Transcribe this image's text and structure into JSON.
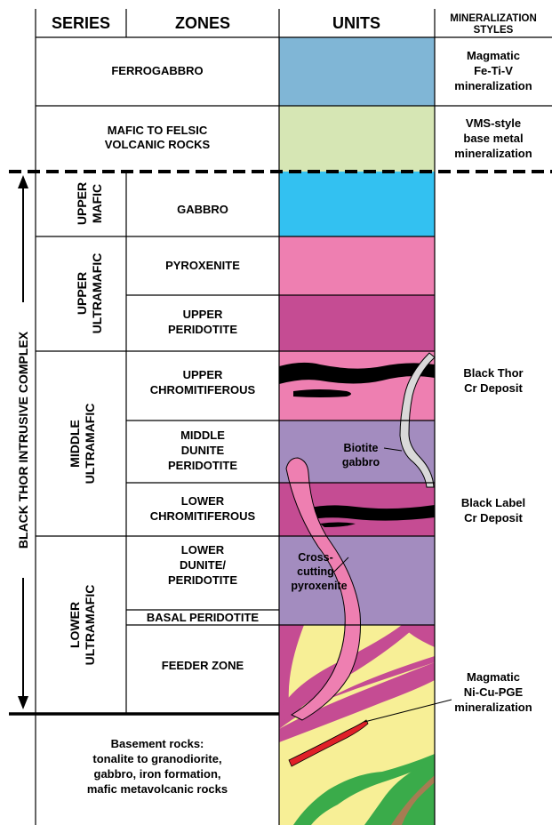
{
  "headers": {
    "series": "SERIES",
    "zones": "ZONES",
    "units": "UNITS",
    "mineralization": [
      "MINERALIZATION",
      "STYLES"
    ]
  },
  "complex_label": "BLACK THOR INTRUSIVE COMPLEX",
  "top_units": [
    {
      "zone": [
        "FERROGABBRO"
      ],
      "mineralization": [
        "Magmatic",
        "Fe-Ti-V",
        "mineralization"
      ],
      "color": "#80b6d6"
    },
    {
      "zone": [
        "MAFIC TO FELSIC",
        "VOLCANIC ROCKS"
      ],
      "mineralization": [
        "VMS-style",
        "base metal",
        "mineralization"
      ],
      "color": "#d6e6b4"
    }
  ],
  "series": [
    {
      "name": [
        "UPPER",
        "MAFIC"
      ]
    },
    {
      "name": [
        "UPPER",
        "ULTRAMAFIC"
      ]
    },
    {
      "name": [
        "MIDDLE",
        "ULTRAMAFIC"
      ]
    },
    {
      "name": [
        "LOWER",
        "ULTRAMAFIC"
      ]
    }
  ],
  "zones": [
    {
      "label": [
        "GABBRO"
      ],
      "color": "#33c1f1"
    },
    {
      "label": [
        "PYROXENITE"
      ],
      "color": "#ee7fb1"
    },
    {
      "label": [
        "UPPER",
        "PERIDOTITE"
      ],
      "color": "#c54c93"
    },
    {
      "label": [
        "UPPER",
        "CHROMITIFEROUS"
      ],
      "color": "#ee7fb1",
      "mineralization": [
        "Black Thor",
        "Cr Deposit"
      ]
    },
    {
      "label": [
        "MIDDLE",
        "DUNITE",
        "PERIDOTITE"
      ],
      "color": "#a38cbf"
    },
    {
      "label": [
        "LOWER",
        "CHROMITIFEROUS"
      ],
      "color": "#c54c93",
      "mineralization": [
        "Black Label",
        "Cr Deposit"
      ]
    },
    {
      "label": [
        "LOWER",
        "DUNITE/",
        "PERIDOTITE"
      ],
      "color": "#a38cbf"
    },
    {
      "label": [
        "BASAL PERIDOTITE"
      ],
      "color": "#a38cbf"
    },
    {
      "label": [
        "FEEDER ZONE"
      ],
      "color": "#f7ef96"
    }
  ],
  "annotations": {
    "biotite_gabbro": [
      "Biotite",
      "gabbro"
    ],
    "crosscutting_pyroxenite": [
      "Cross-",
      "cutting",
      "pyroxenite"
    ],
    "nicupge": [
      "Magmatic",
      "Ni-Cu-PGE",
      "mineralization"
    ]
  },
  "basement": [
    "Basement rocks:",
    "tonalite to granodiorite,",
    "gabbro, iron formation,",
    "mafic metavolcanic rocks"
  ],
  "colors": {
    "chromitite": "#000000",
    "biotite_gabbro": "#d9d9d9",
    "sulfide": "#e02028",
    "basement_green": "#3aab4a",
    "basement_brown": "#a67c52",
    "feeder_yellow": "#f7ef96",
    "dunite_purple": "#a38cbf",
    "peridotite_magenta": "#c54c93",
    "pyroxenite_pink": "#ee7fb1"
  }
}
